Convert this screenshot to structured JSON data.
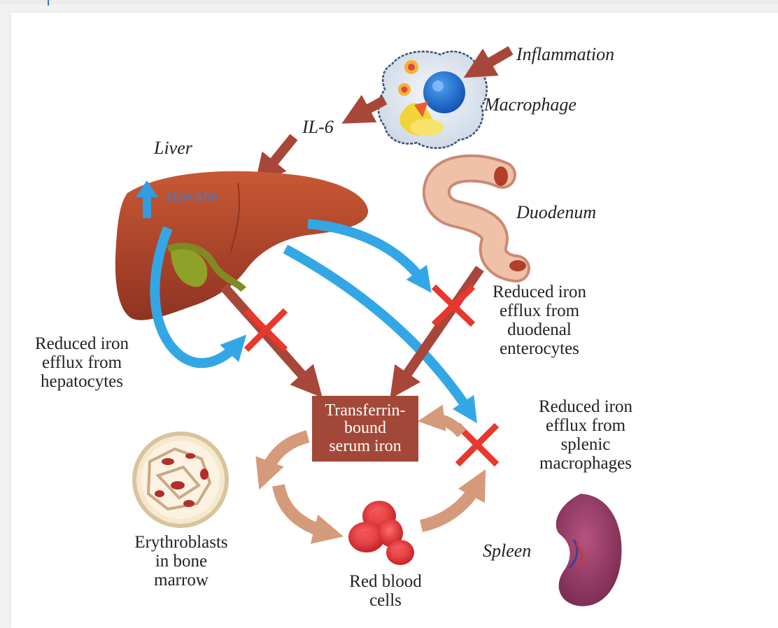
{
  "labels": {
    "inflammation": "Inflammation",
    "macrophage": "Macrophage",
    "il6": "IL-6",
    "liver": "Liver",
    "hepcidin": "Hepcidin",
    "duodenum": "Duodenum",
    "hepatocytes": [
      "Reduced iron",
      "efflux from",
      "hepatocytes"
    ],
    "duodenal": [
      "Reduced iron",
      "efflux from",
      "duodenal",
      "enterocytes"
    ],
    "splenic": [
      "Reduced iron",
      "efflux from",
      "splenic",
      "macrophages"
    ],
    "transferrin": [
      "Transferrin-",
      "bound",
      "serum iron"
    ],
    "erythroblasts": [
      "Erythroblasts",
      "in bone",
      "marrow"
    ],
    "rbc": [
      "Red blood",
      "cells"
    ],
    "spleen": "Spleen"
  },
  "colors": {
    "arrow_dark": "#a8463a",
    "arrow_light": "#d59a7a",
    "blue": "#33a7e6",
    "cross": "#e8372c",
    "liver": "#b24a2c",
    "box": "#a34838"
  },
  "icons": [
    "liver-icon",
    "macrophage-icon",
    "duodenum-icon",
    "bone-marrow-icon",
    "red-blood-cells-icon",
    "spleen-icon",
    "up-arrow-icon",
    "cross-icon"
  ]
}
